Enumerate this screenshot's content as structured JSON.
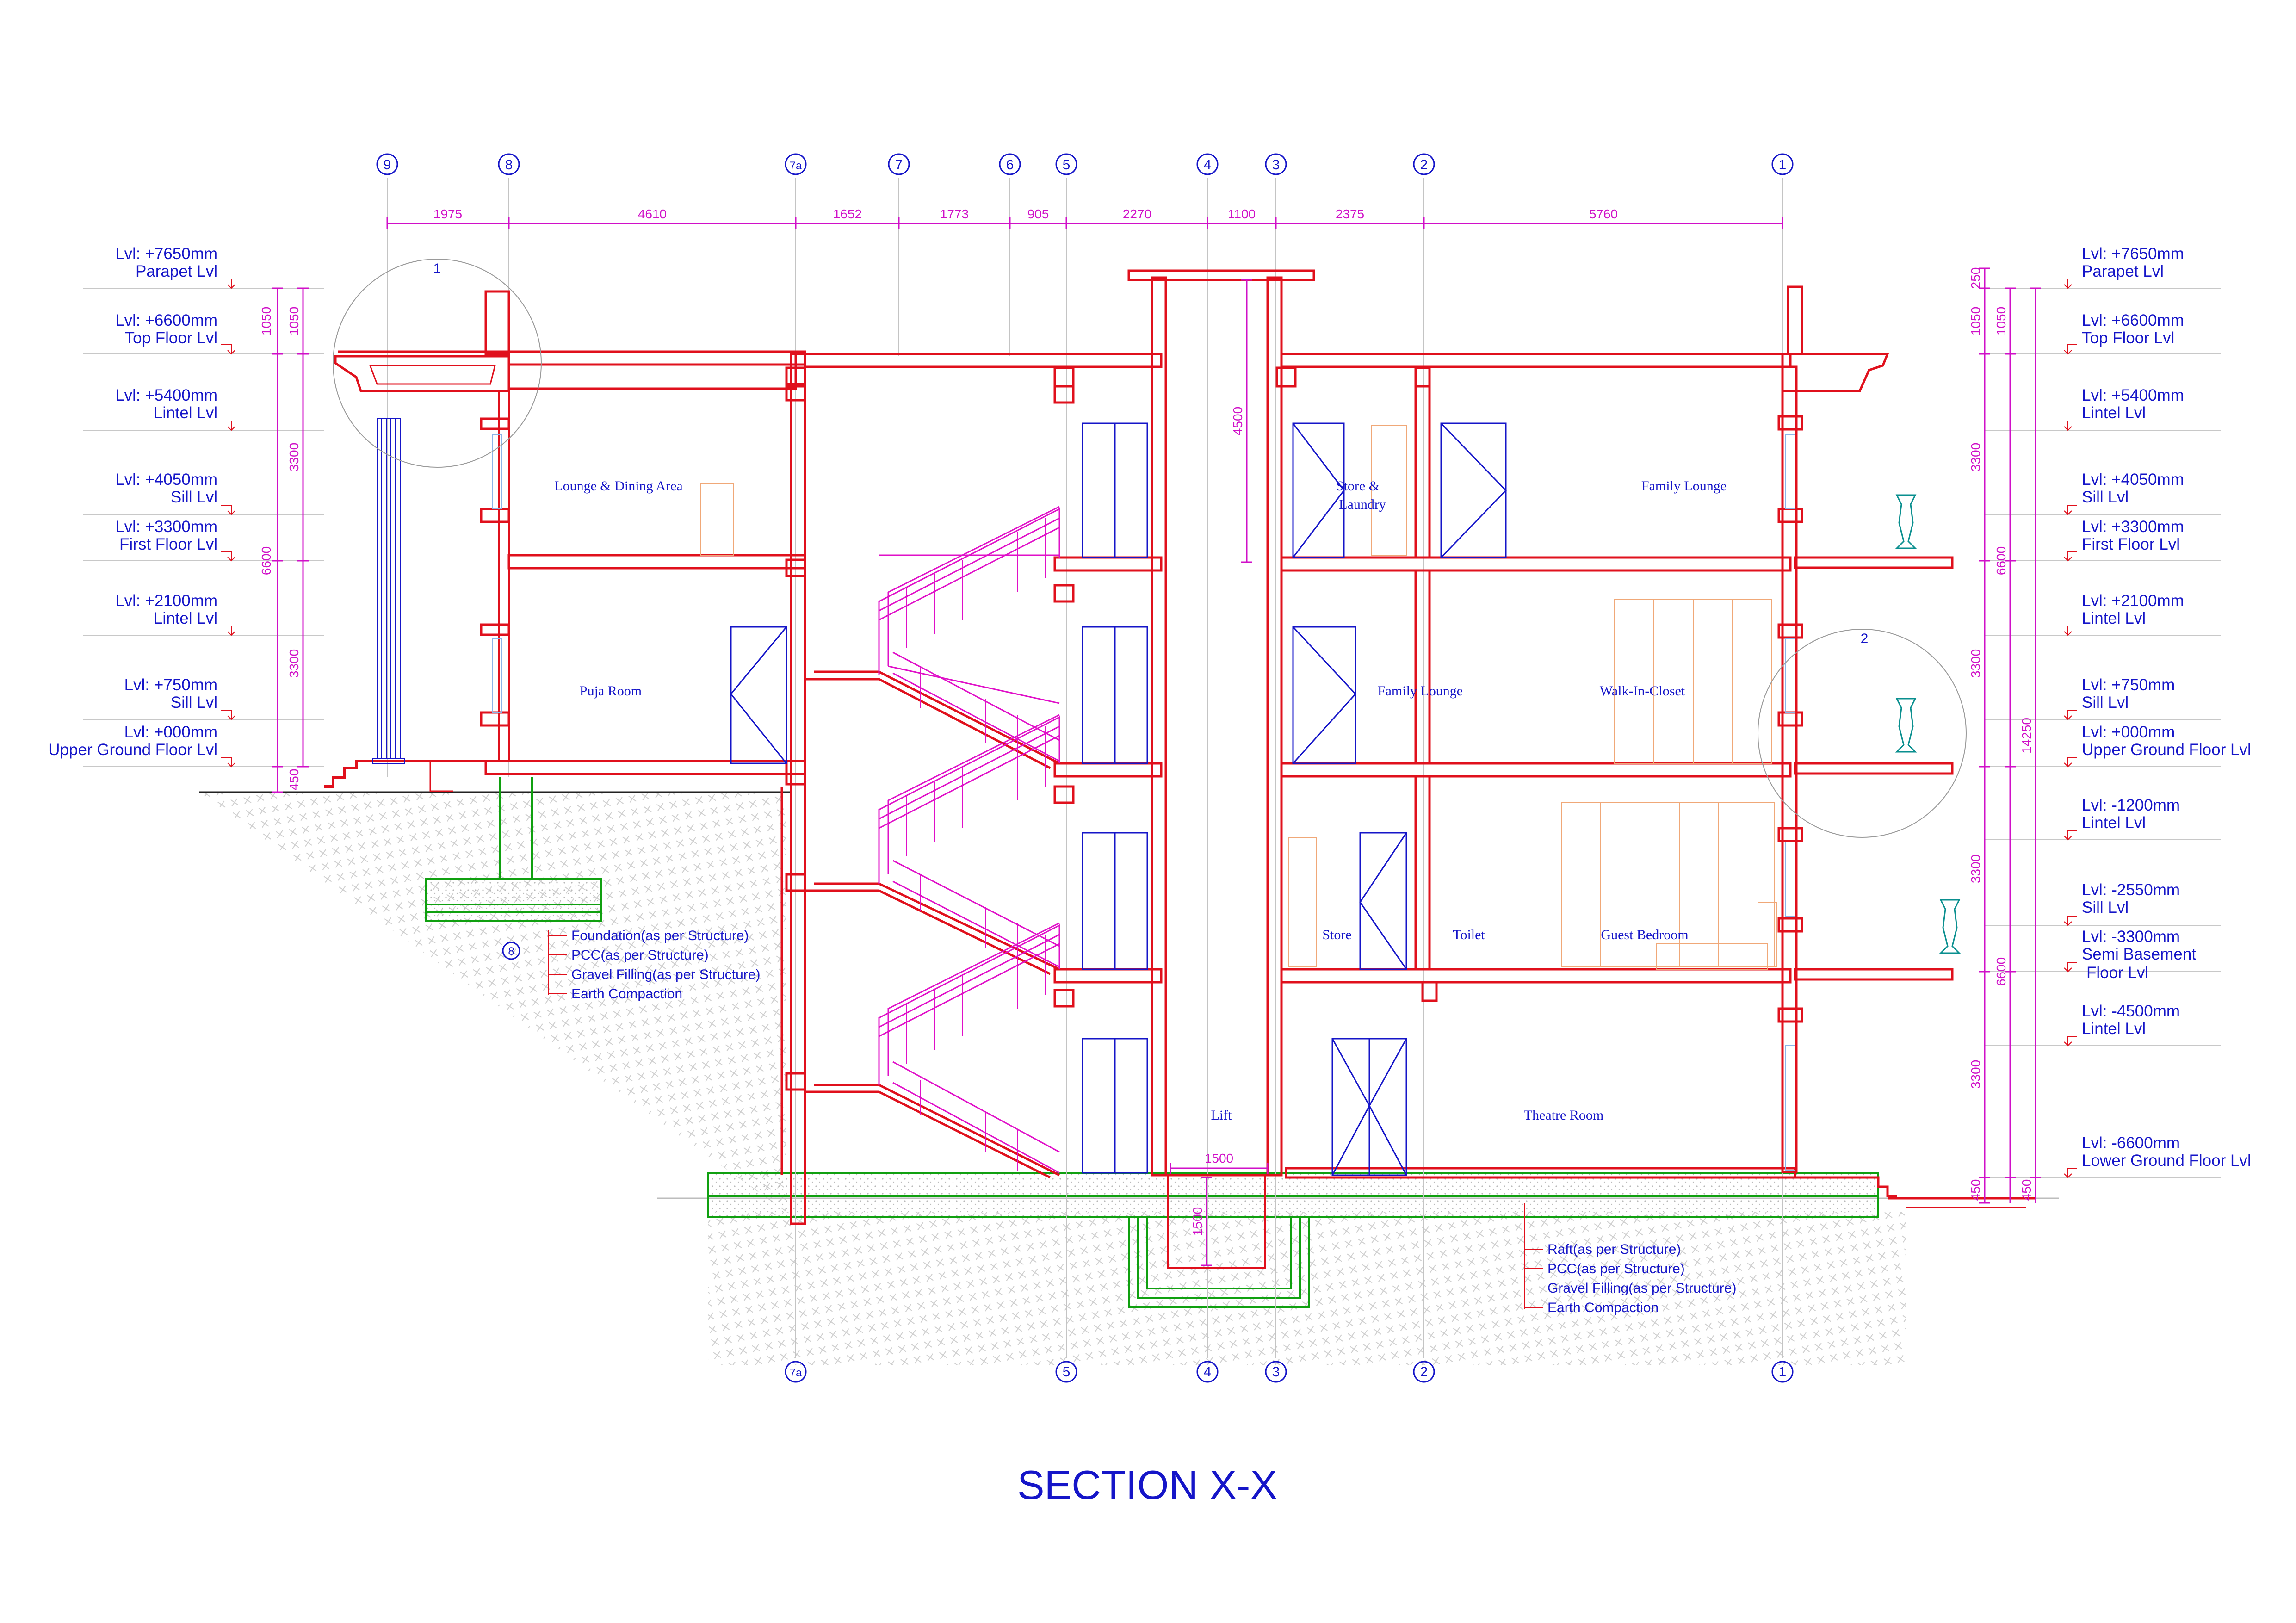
{
  "title": "SECTION X-X",
  "grid_top": [
    "9",
    "8",
    "7a",
    "7",
    "6",
    "5",
    "4",
    "3",
    "2",
    "1"
  ],
  "grid_bottom": [
    "7a",
    "5",
    "4",
    "3",
    "2",
    "1"
  ],
  "grid_dims": [
    "1975",
    "4610",
    "1652",
    "1773",
    "905",
    "2270",
    "1100",
    "2375",
    "5760"
  ],
  "levels_left": [
    {
      "value": "Lvl: +7650mm",
      "name": "Parapet Lvl"
    },
    {
      "value": "Lvl: +6600mm",
      "name": "Top Floor Lvl"
    },
    {
      "value": "Lvl: +5400mm",
      "name": "Lintel Lvl"
    },
    {
      "value": "Lvl: +4050mm",
      "name": "Sill Lvl"
    },
    {
      "value": "Lvl: +3300mm",
      "name": "First Floor Lvl"
    },
    {
      "value": "Lvl: +2100mm",
      "name": "Lintel Lvl"
    },
    {
      "value": "Lvl: +750mm",
      "name": "Sill Lvl"
    },
    {
      "value": "Lvl: +000mm",
      "name": "Upper Ground Floor Lvl"
    }
  ],
  "levels_right": [
    {
      "value": "Lvl: +7650mm",
      "name": "Parapet Lvl"
    },
    {
      "value": "Lvl: +6600mm",
      "name": "Top Floor Lvl"
    },
    {
      "value": "Lvl: +5400mm",
      "name": "Lintel Lvl"
    },
    {
      "value": "Lvl: +4050mm",
      "name": "Sill Lvl"
    },
    {
      "value": "Lvl: +3300mm",
      "name": "First Floor Lvl"
    },
    {
      "value": "Lvl: +2100mm",
      "name": "Lintel Lvl"
    },
    {
      "value": "Lvl: +750mm",
      "name": "Sill Lvl"
    },
    {
      "value": "Lvl: +000mm",
      "name": "Upper Ground Floor Lvl"
    },
    {
      "value": "Lvl: -1200mm",
      "name": "Lintel Lvl"
    },
    {
      "value": "Lvl: -2550mm",
      "name": "Sill Lvl"
    },
    {
      "value": "Lvl: -3300mm",
      "name": "Semi Basement",
      "name2": "Floor Lvl"
    },
    {
      "value": "Lvl: -4500mm",
      "name": "Lintel Lvl"
    },
    {
      "value": "Lvl: -6600mm",
      "name": "Lower Ground Floor Lvl"
    }
  ],
  "left_dims": [
    "1050",
    "1050",
    "3300",
    "3300",
    "6600",
    "450"
  ],
  "right_dims": [
    "250",
    "1050",
    "1050",
    "3300",
    "3300",
    "6600",
    "3300",
    "3300",
    "6600",
    "14250",
    "450",
    "450"
  ],
  "shaft_dim": "4500",
  "lift_dims": [
    "1500",
    "1500"
  ],
  "rooms": {
    "lounge_dining": "Lounge & Dining Area",
    "puja": "Puja Room",
    "store_laundry_1": "Store &",
    "store_laundry_2": "Laundry",
    "family_lounge_top": "Family Lounge",
    "family_lounge_mid": "Family Lounge",
    "walk_in_closet": "Walk-In-Closet",
    "store": "Store",
    "toilet": "Toilet",
    "guest_bedroom": "Guest Bedroom",
    "lift": "Lift",
    "theatre": "Theatre Room"
  },
  "notes_left": [
    "Foundation(as per Structure)",
    "PCC(as per Structure)",
    "Gravel Filling(as per Structure)",
    "Earth Compaction"
  ],
  "notes_right": [
    "Raft(as per Structure)",
    "PCC(as per Structure)",
    "Gravel Filling(as per Structure)",
    "Earth Compaction"
  ],
  "detail_tags": [
    "1",
    "2"
  ],
  "footing_tag": "8",
  "colors": {
    "wall": "#e0101c",
    "dimension": "#d010c8",
    "text": "#1515c8",
    "foundation": "#10a010",
    "hatch": "#c8c8c8",
    "furniture": "#f0a878"
  }
}
